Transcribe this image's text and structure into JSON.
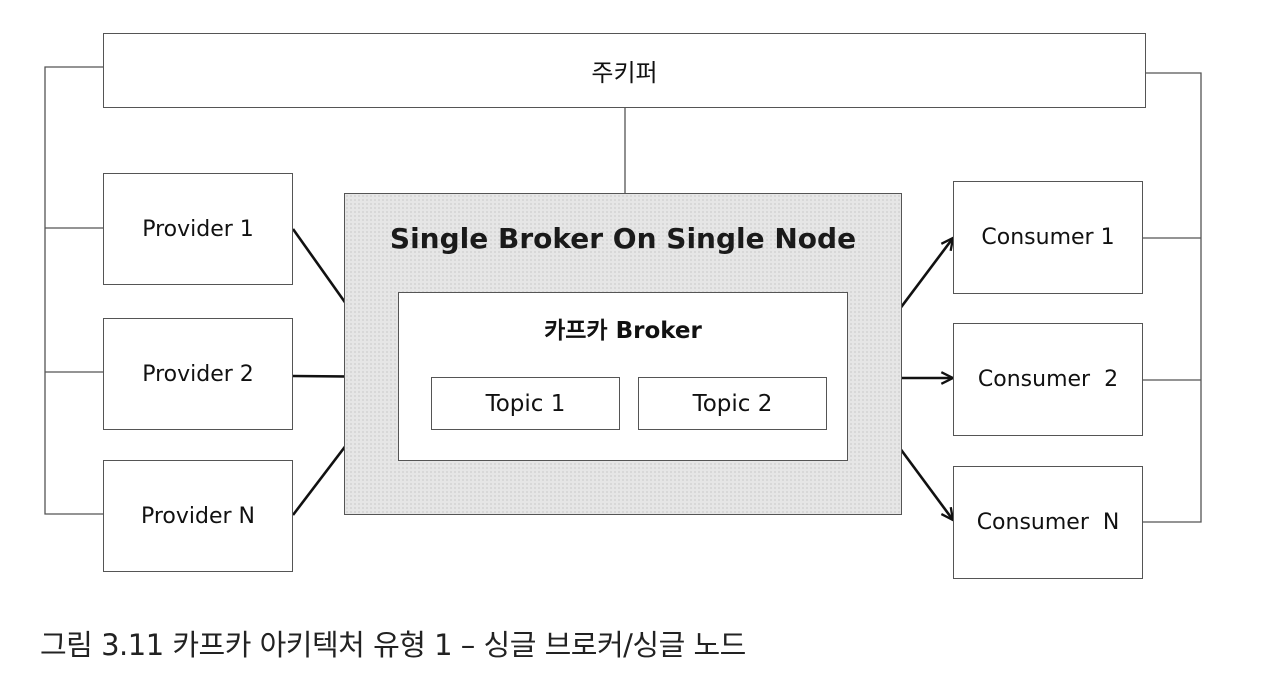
{
  "zookeeper": {
    "label": "주키퍼"
  },
  "providers": [
    {
      "label": "Provider 1"
    },
    {
      "label": "Provider 2"
    },
    {
      "label": "Provider N"
    }
  ],
  "broker_node": {
    "title": "Single Broker On Single Node",
    "broker": {
      "title": "카프카  Broker",
      "topics": [
        {
          "label": "Topic 1"
        },
        {
          "label": "Topic 2"
        }
      ]
    }
  },
  "consumers": [
    {
      "label": "Consumer 1"
    },
    {
      "label": "Consumer  2"
    },
    {
      "label": "Consumer  N"
    }
  ],
  "caption": "그림 3.11 카프카 아키텍처 유형 1 – 싱글 브로커/싱글 노드"
}
